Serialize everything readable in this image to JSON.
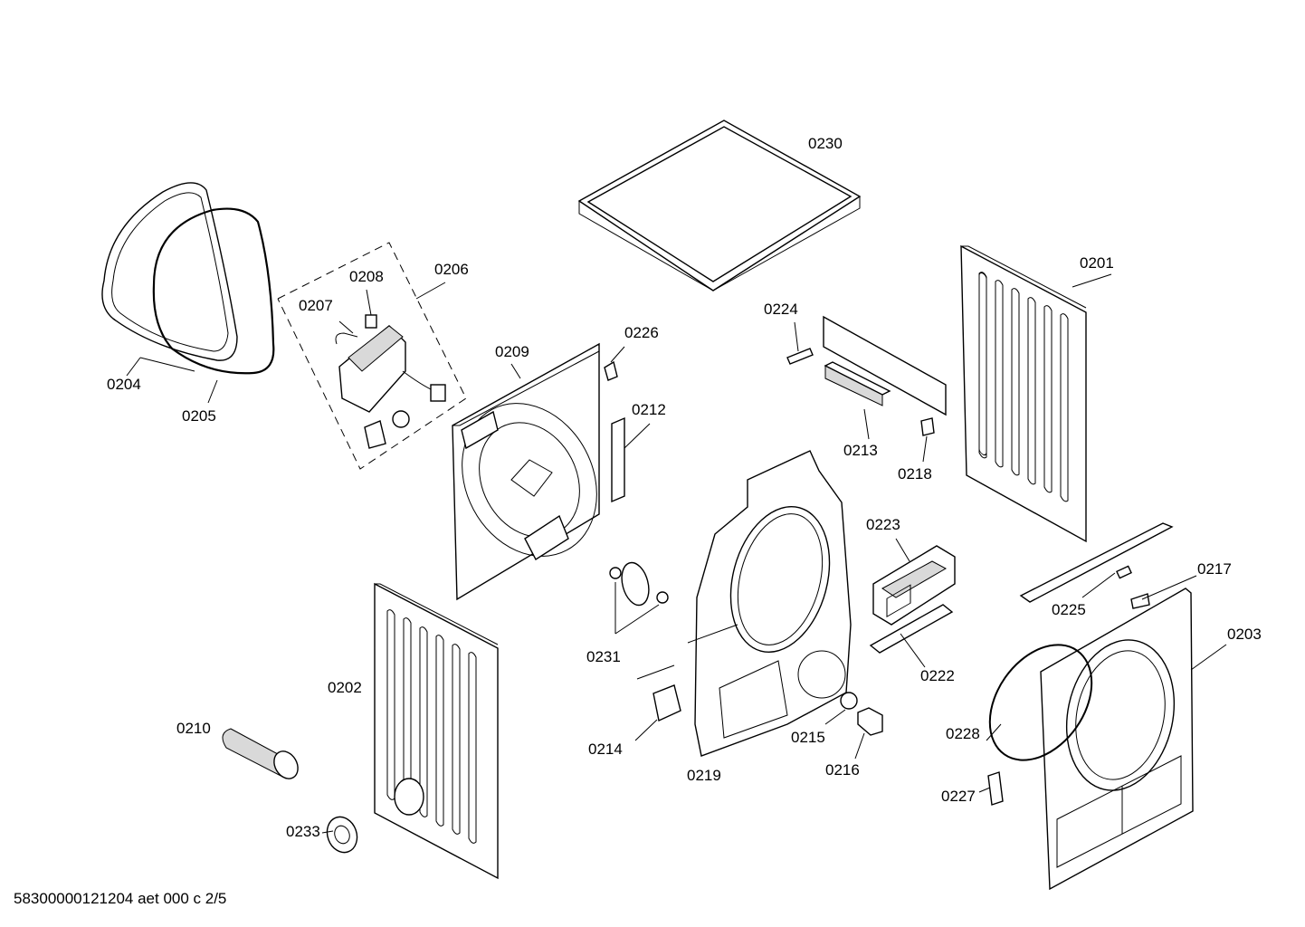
{
  "diagram": {
    "labels": {
      "p0201": "0201",
      "p0202": "0202",
      "p0203": "0203",
      "p0204": "0204",
      "p0205": "0205",
      "p0206": "0206",
      "p0207": "0207",
      "p0208": "0208",
      "p0209": "0209",
      "p0210": "0210",
      "p0212": "0212",
      "p0213": "0213",
      "p0214": "0214",
      "p0215": "0215",
      "p0216": "0216",
      "p0217": "0217",
      "p0218": "0218",
      "p0219": "0219",
      "p0222": "0222",
      "p0223": "0223",
      "p0224": "0224",
      "p0225": "0225",
      "p0226": "0226",
      "p0227": "0227",
      "p0228": "0228",
      "p0230": "0230",
      "p0231": "0231",
      "p0233": "0233"
    },
    "footer": "58300000121204 aet 000 c 2/5"
  }
}
